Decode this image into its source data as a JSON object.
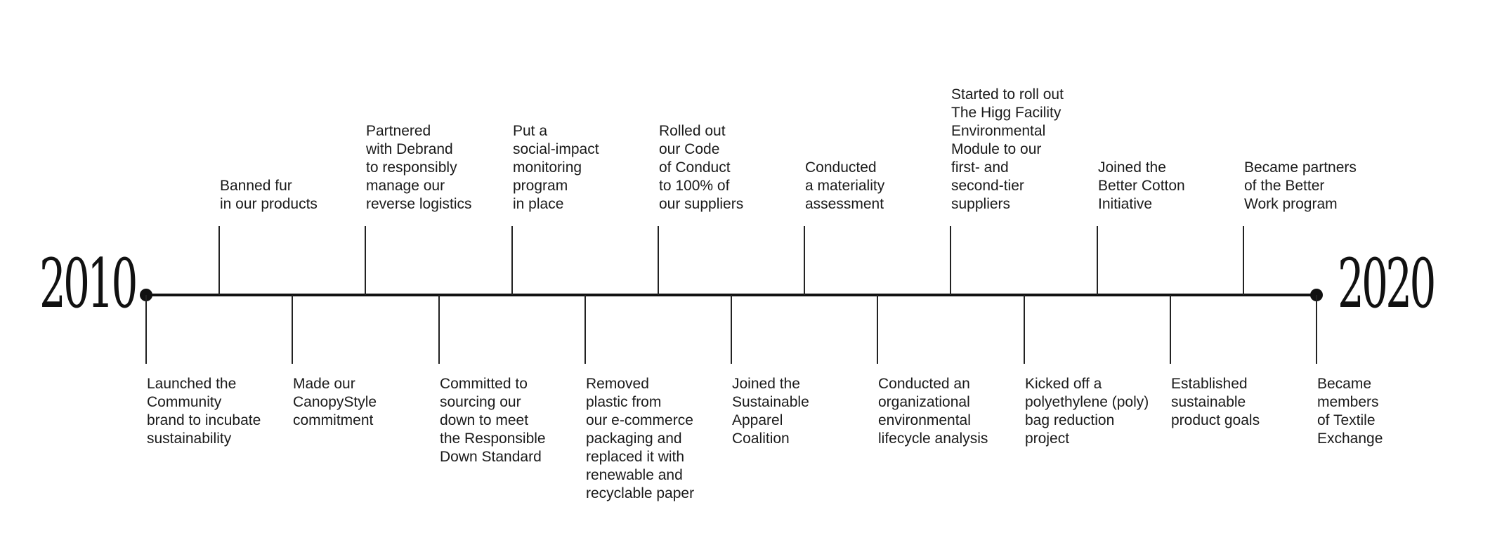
{
  "start_year": "2010",
  "end_year": "2020",
  "events": [
    {
      "text": "Launched the\nCommunity\nbrand to incubate\nsustainability",
      "side": "below"
    },
    {
      "text": "Banned fur\nin our products",
      "side": "above"
    },
    {
      "text": "Made our\nCanopyStyle\ncommitment",
      "side": "below"
    },
    {
      "text": "Partnered\nwith Debrand\nto responsibly\nmanage our\nreverse logistics",
      "side": "above"
    },
    {
      "text": "Committed to\nsourcing our\ndown to meet\nthe Responsible\nDown Standard",
      "side": "below"
    },
    {
      "text": "Put a\nsocial-impact\nmonitoring\nprogram\nin place",
      "side": "above"
    },
    {
      "text": "Removed\nplastic from\nour e-commerce\npackaging and\nreplaced it with\nrenewable and\nrecyclable paper",
      "side": "below"
    },
    {
      "text": "Rolled out\nour Code\nof Conduct\nto 100% of\nour suppliers",
      "side": "above"
    },
    {
      "text": "Joined the\nSustainable\nApparel\nCoalition",
      "side": "below"
    },
    {
      "text": "Conducted\na materiality\nassessment",
      "side": "above"
    },
    {
      "text": "Conducted an\norganizational\nenvironmental\nlifecycle analysis",
      "side": "below"
    },
    {
      "text": "Started to roll out\nThe Higg Facility\nEnvironmental\nModule to our\nfirst- and\nsecond-tier\nsuppliers",
      "side": "above"
    },
    {
      "text": "Kicked off a\npolyethylene (poly)\nbag reduction\nproject",
      "side": "below"
    },
    {
      "text": "Joined the\nBetter Cotton\nInitiative",
      "side": "above"
    },
    {
      "text": "Established\nsustainable\nproduct goals",
      "side": "below"
    },
    {
      "text": "Became partners\nof the Better\nWork program",
      "side": "above"
    },
    {
      "text": "Became\nmembers\nof Textile\nExchange",
      "side": "below"
    }
  ]
}
